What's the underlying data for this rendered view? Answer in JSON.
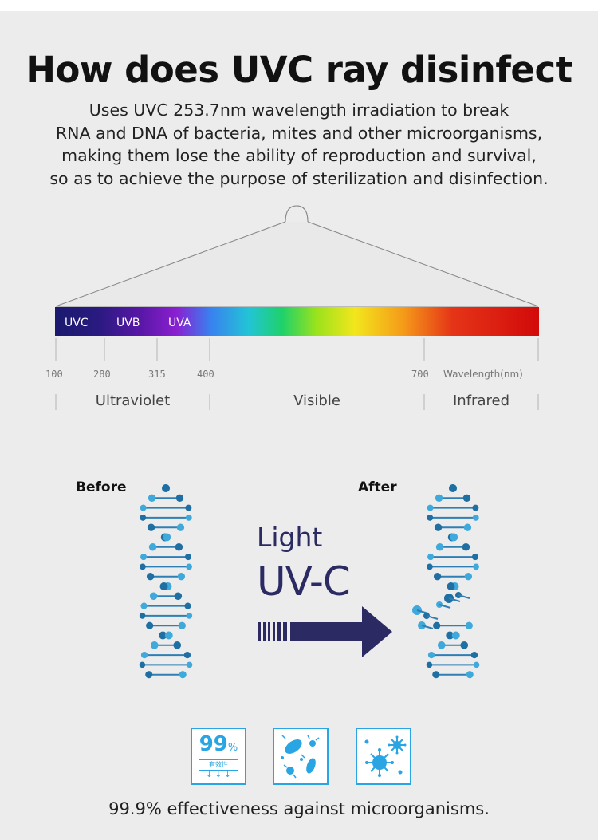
{
  "title": "How does UVC ray disinfect",
  "intro_lines": [
    "Uses UVC 253.7nm wavelength irradiation to break",
    "RNA and DNA of bacteria, mites and other microorganisms,",
    "making them lose the ability of reproduction and survival,",
    "so as to achieve the purpose of sterilization and disinfection."
  ],
  "spectrum": {
    "bands": [
      "UVC",
      "UVB",
      "UVA"
    ],
    "ticks": [
      "100",
      "280",
      "315",
      "400",
      "700"
    ],
    "axis_unit": "Wavelength(nm)",
    "regions": [
      "Ultraviolet",
      "Visible",
      "Infrared"
    ]
  },
  "comparison": {
    "before_label": "Before",
    "after_label": "After",
    "light_label": "Light",
    "uvc_label": "UV-C"
  },
  "badges": {
    "percent_value": "99",
    "percent_sign": "%",
    "percent_caption": "有效性",
    "icons": [
      "effectiveness-badge-icon",
      "bacteria-icon",
      "virus-icon"
    ]
  },
  "footer": "99.9% effectiveness against microorganisms.",
  "colors": {
    "accent_blue": "#29a5e3",
    "dna_dark": "#1f6fa3",
    "dna_light": "#3fa9dc",
    "uvc_navy": "#2b2a63",
    "background": "#ececec"
  }
}
